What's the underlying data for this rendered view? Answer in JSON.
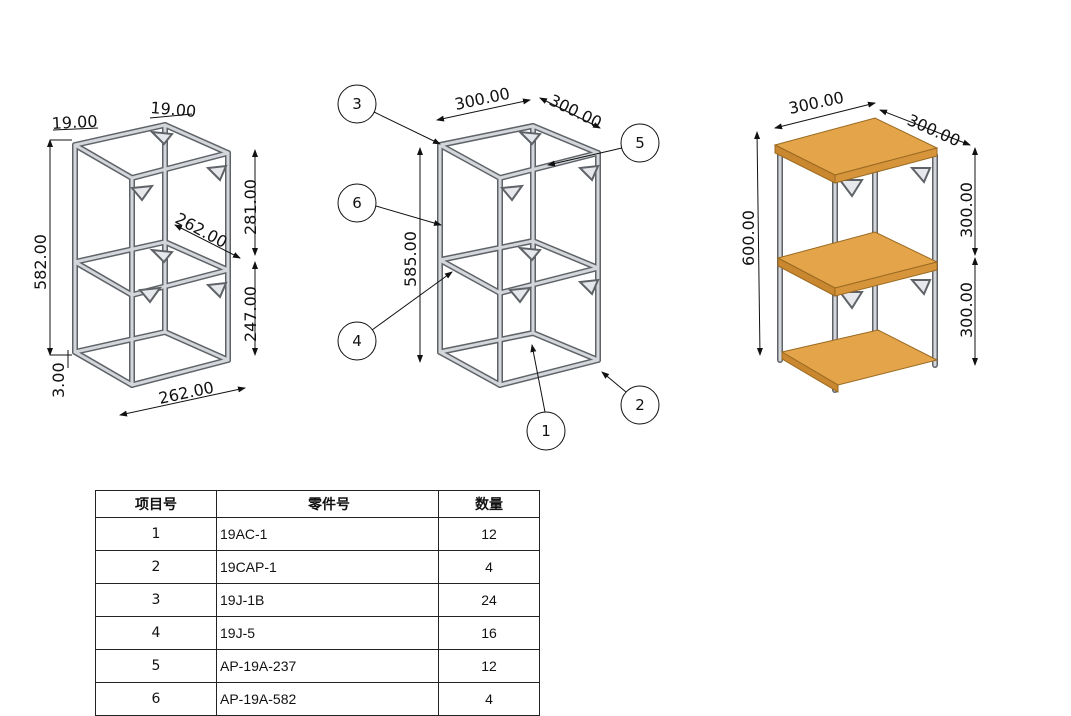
{
  "views": {
    "frame_dims": {
      "d1": "19.00",
      "d2": "19.00",
      "d3": "582.00",
      "d4": "262.00",
      "d5": "281.00",
      "d6": "247.00",
      "d7": "3.00",
      "d8": "262.00"
    },
    "assembly_dims": {
      "width": "300.00",
      "depth": "300.00",
      "height": "585.00"
    },
    "assembly_balloons": [
      "1",
      "2",
      "3",
      "4",
      "5",
      "6"
    ],
    "shelf_dims": {
      "width": "300.00",
      "depth": "300.00",
      "height": "600.00",
      "upper": "300.00",
      "lower": "300.00"
    }
  },
  "colors": {
    "frame": "#c9ccd1",
    "frame_edge": "#5f6368",
    "wood": "#e4a44a",
    "wood_edge": "#9a6a22"
  },
  "bom": {
    "headers": [
      "项目号",
      "零件号",
      "数量"
    ],
    "rows": [
      {
        "item": "1",
        "part": "19AC-1",
        "qty": "12"
      },
      {
        "item": "2",
        "part": "19CAP-1",
        "qty": "4"
      },
      {
        "item": "3",
        "part": "19J-1B",
        "qty": "24"
      },
      {
        "item": "4",
        "part": "19J-5",
        "qty": "16"
      },
      {
        "item": "5",
        "part": "AP-19A-237",
        "qty": "12"
      },
      {
        "item": "6",
        "part": "AP-19A-582",
        "qty": "4"
      }
    ]
  }
}
